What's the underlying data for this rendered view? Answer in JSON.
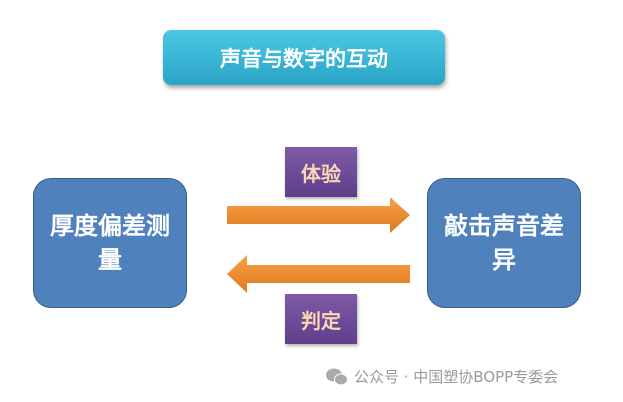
{
  "title": "声音与数字的互动",
  "left_node": "厚度偏差测量",
  "right_node": "敲击声音差异",
  "top_label": "体验",
  "bottom_label": "判定",
  "footer": {
    "icon": "wechat-icon",
    "text": "公众号 · 中国塑协BOPP专委会"
  },
  "colors": {
    "title": "#34b4d6",
    "node": "#4f81bd",
    "tag": "#6f4e99",
    "arrow": "#f18c2e"
  }
}
